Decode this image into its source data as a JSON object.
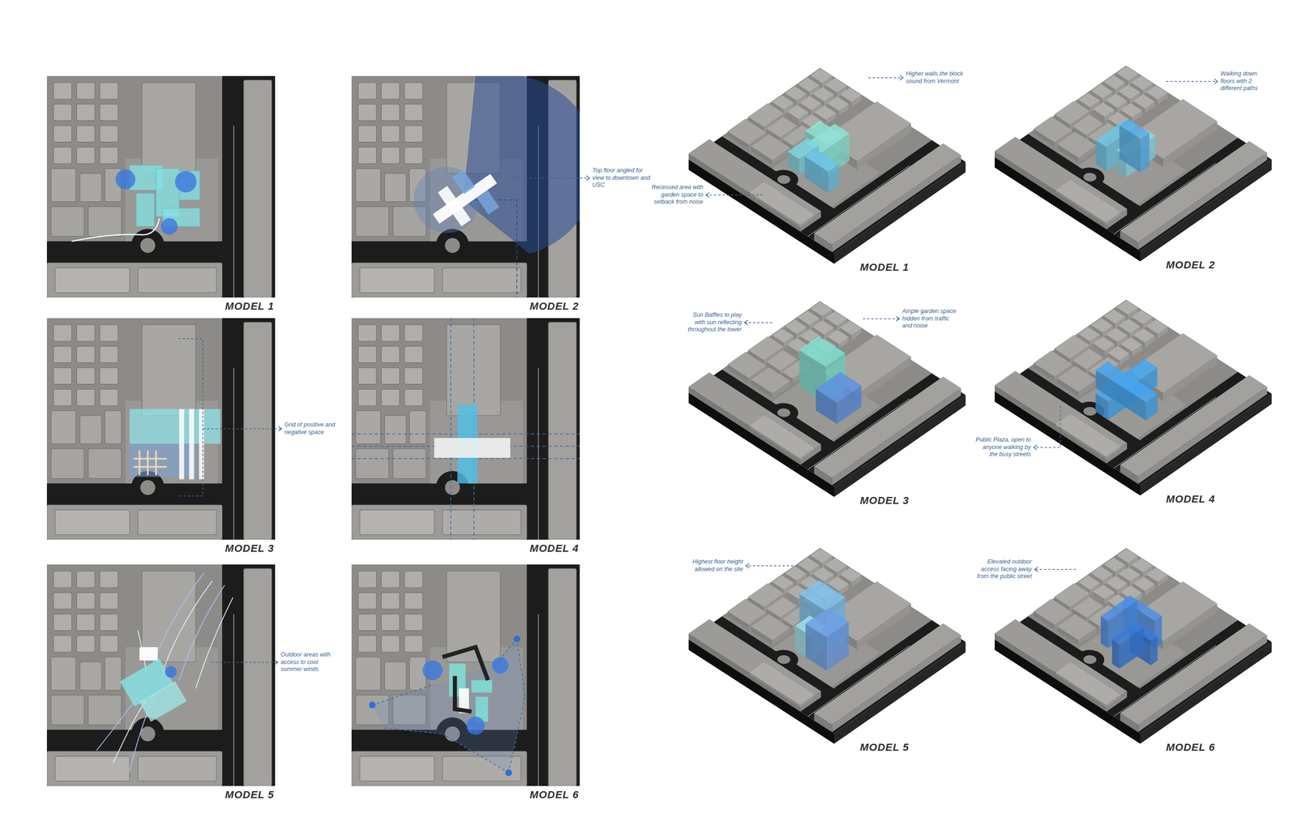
{
  "diagram": {
    "nodes": [
      {
        "text": [
          "MODEL 1"
        ]
      },
      {
        "text": [
          "MODEL 2"
        ]
      },
      {
        "text": [
          "MODEL 3"
        ]
      },
      {
        "text": [
          "MODEL 4"
        ]
      },
      {
        "text": [
          "MODEL 5"
        ]
      },
      {
        "text": [
          "MODEL 6"
        ]
      },
      {
        "text": [
          "MODEL 1"
        ]
      },
      {
        "text": [
          "MODEL 2"
        ]
      },
      {
        "text": [
          "MODEL 3"
        ]
      },
      {
        "text": [
          "MODEL 4"
        ]
      },
      {
        "text": [
          "MODEL 5"
        ]
      },
      {
        "text": [
          "MODEL 6"
        ]
      }
    ],
    "labels": [
      "Top floor angled for view to downtown and USC",
      "Grid of positive and negative space",
      "Outdoor areas with access to cool summer winds",
      "Higher walls the block sound from Vermont",
      "Recessed area with garden space to setback from noise",
      "Walking down floors with 2 different paths",
      "Sun Baffles to play with sun reflecting throughout the tower",
      "Ample garden space hidden from traffic and noise",
      "Public Plaza, open to anyone walking by the busy streets",
      "Highest floor height allowed on the site",
      "Elevated outdoor access facing away from the public street"
    ]
  }
}
